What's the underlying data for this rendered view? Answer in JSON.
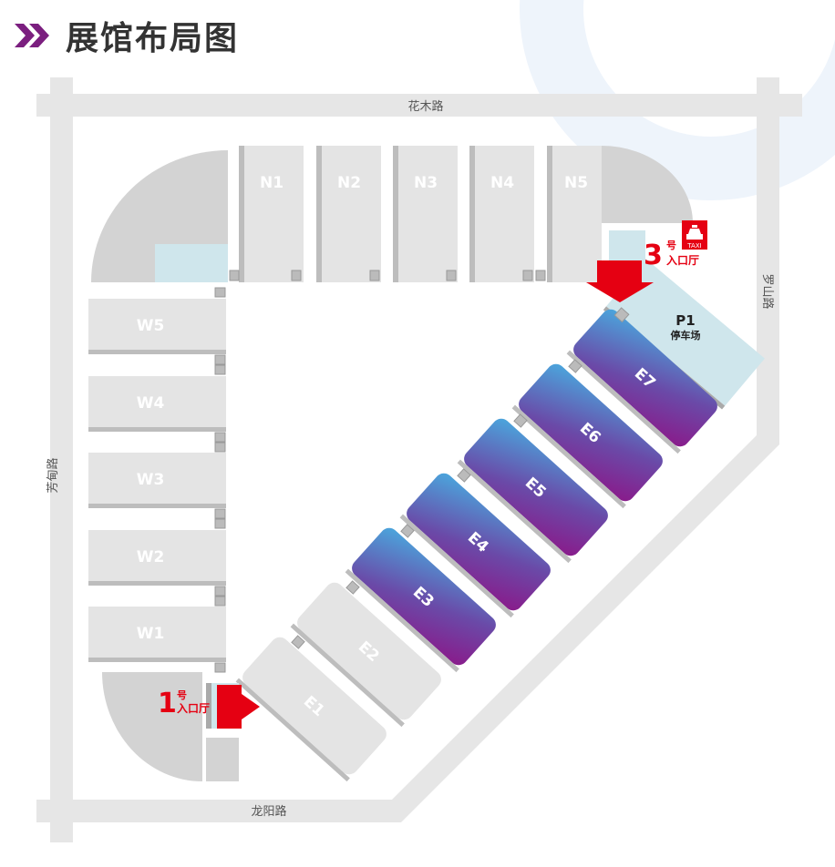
{
  "header": {
    "title": "展馆布局图",
    "icon": "double-chevron-right-icon",
    "accent": "#7b1f7f"
  },
  "roads": {
    "top": "花木路",
    "right": "罗山路",
    "left": "芳甸路",
    "bottom": "龙阳路"
  },
  "halls_north": [
    "N1",
    "N2",
    "N3",
    "N4",
    "N5"
  ],
  "halls_west": [
    "W5",
    "W4",
    "W3",
    "W2",
    "W1"
  ],
  "halls_east": [
    "E1",
    "E2",
    "E3",
    "E4",
    "E5",
    "E6",
    "E7"
  ],
  "entrance1": {
    "number": "1",
    "hao": "号",
    "label": "入口厅"
  },
  "entrance3": {
    "number": "3",
    "hao": "号",
    "label": "入口厅"
  },
  "taxi": {
    "label": "TAXI",
    "icon": "taxi-icon"
  },
  "parking": {
    "name": "P1",
    "label": "停车场"
  },
  "colors": {
    "entrance_red": "#e50012",
    "gradient_start": "#4aa8de",
    "gradient_end": "#8a1a8a"
  }
}
